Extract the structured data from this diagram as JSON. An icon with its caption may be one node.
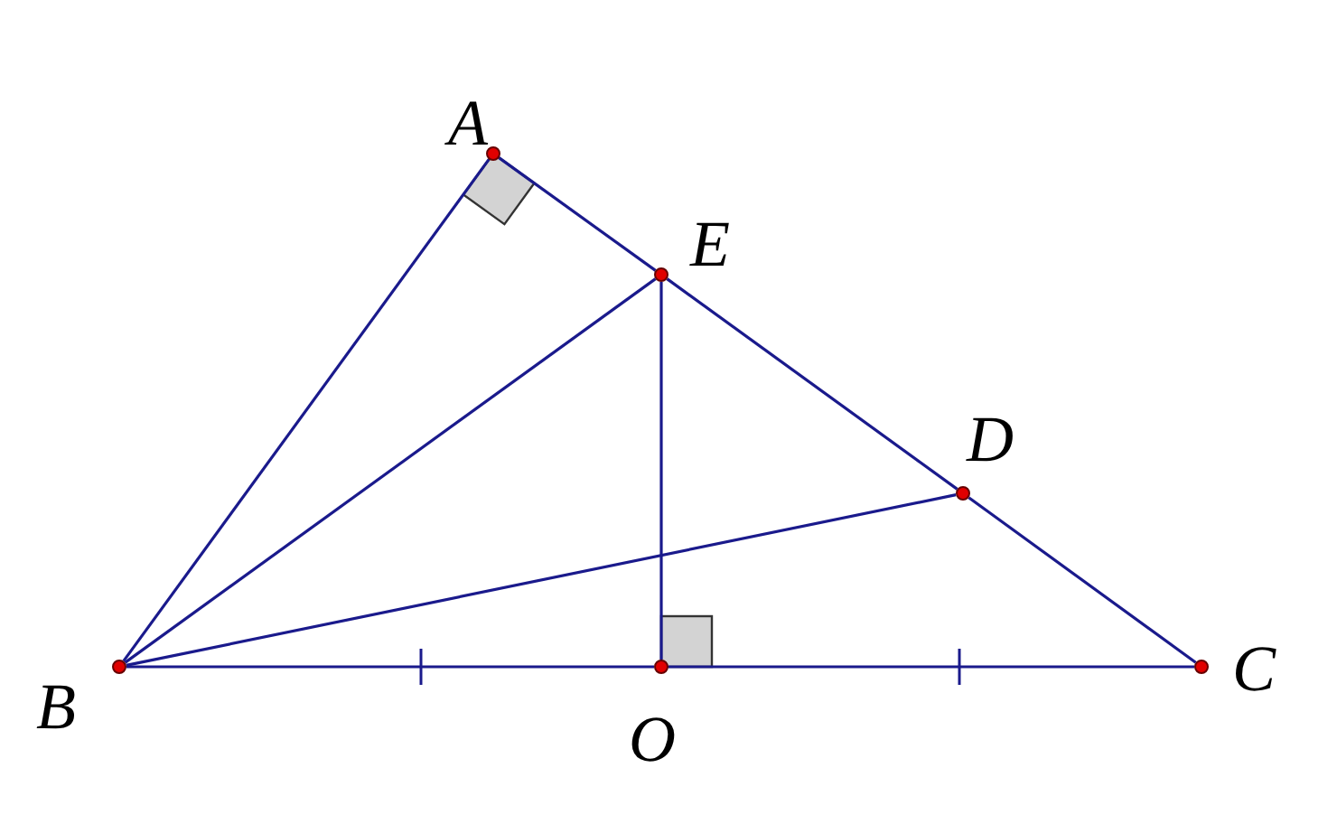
{
  "diagram": {
    "nodes": [
      {
        "text": [],
        "shape": "circle",
        "beside": [
          "A"
        ]
      },
      {
        "text": [],
        "shape": "circle",
        "beside": [
          "E"
        ]
      },
      {
        "text": [],
        "shape": "circle",
        "beside": [
          "D"
        ]
      },
      {
        "text": [],
        "shape": "circle",
        "beside": [
          "B"
        ]
      },
      {
        "text": [],
        "shape": "circle",
        "beside": [
          "O"
        ]
      },
      {
        "text": [],
        "shape": "circle",
        "beside": [
          "C"
        ]
      }
    ],
    "edges": [
      {
        "from": 0,
        "to": 3,
        "arrow": "none"
      },
      {
        "from": 0,
        "to": 1,
        "arrow": "none"
      },
      {
        "from": 1,
        "to": 2,
        "arrow": "none"
      },
      {
        "from": 2,
        "to": 5,
        "arrow": "none"
      },
      {
        "from": 3,
        "to": 1,
        "arrow": "none"
      },
      {
        "from": 3,
        "to": 2,
        "arrow": "none"
      },
      {
        "from": 1,
        "to": 4,
        "arrow": "none"
      },
      {
        "from": 3,
        "to": 4,
        "arrow": "none"
      },
      {
        "from": 4,
        "to": 5,
        "arrow": "none"
      }
    ]
  }
}
